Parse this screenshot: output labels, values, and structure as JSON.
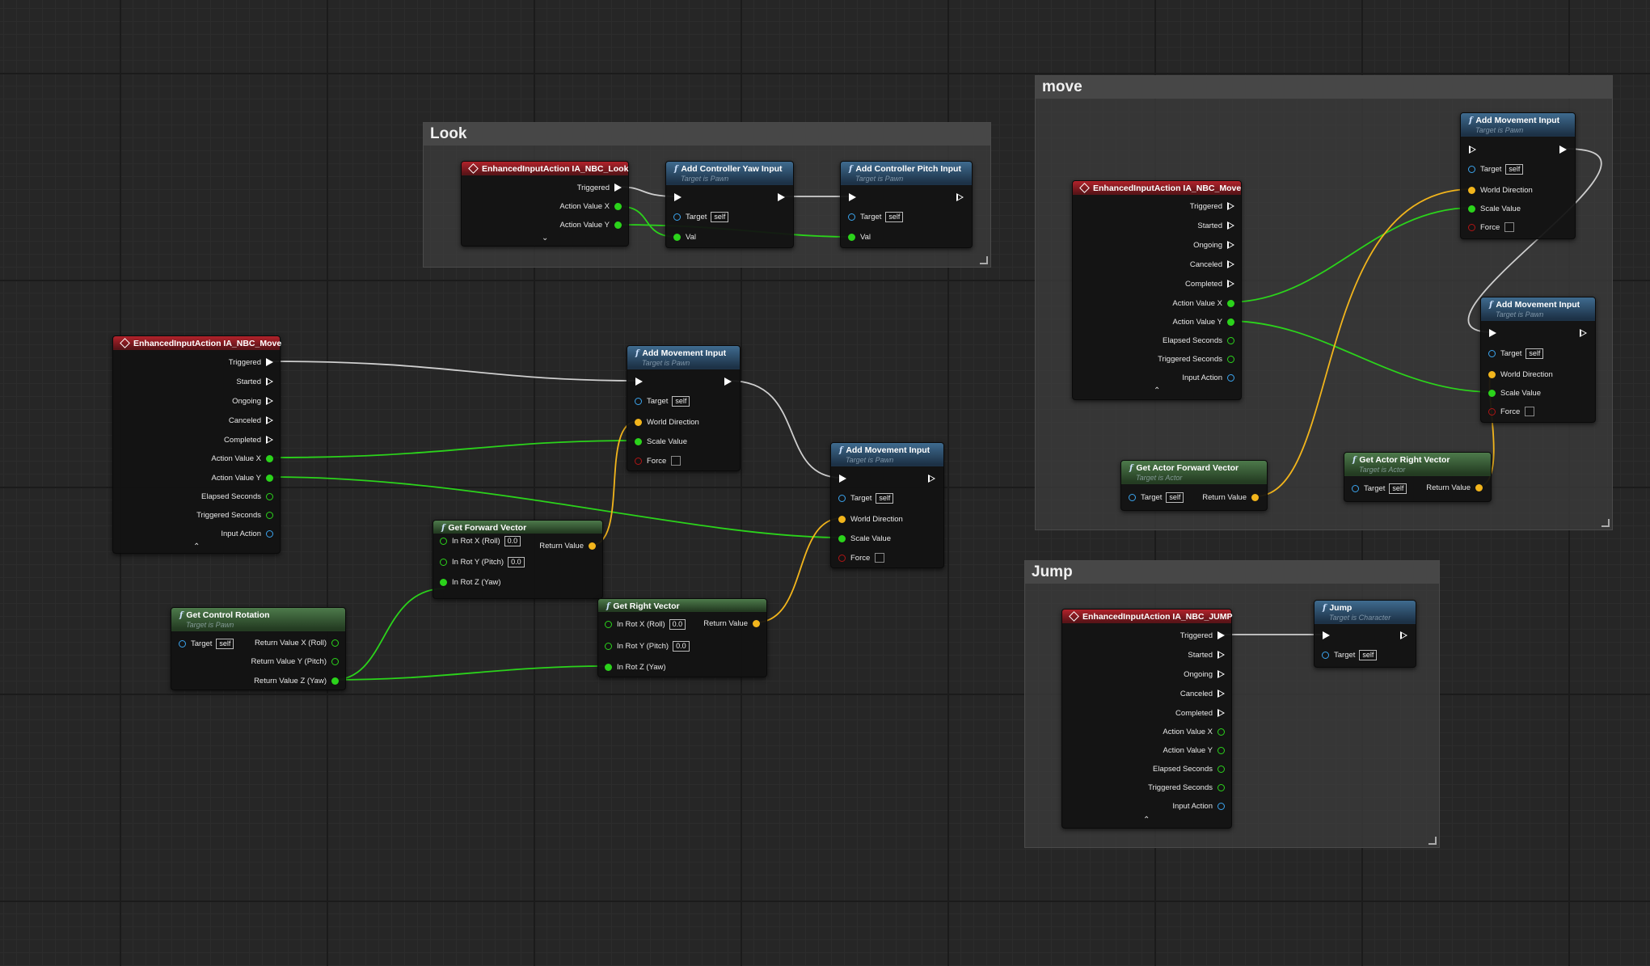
{
  "comments": {
    "look": "Look",
    "move": "move",
    "jump": "Jump"
  },
  "pin_labels": {
    "triggered": "Triggered",
    "started": "Started",
    "ongoing": "Ongoing",
    "canceled": "Canceled",
    "completed": "Completed",
    "action_value_x": "Action Value X",
    "action_value_y": "Action Value Y",
    "elapsed_seconds": "Elapsed Seconds",
    "triggered_seconds": "Triggered Seconds",
    "input_action": "Input Action",
    "target": "Target",
    "val": "Val",
    "world_direction": "World Direction",
    "scale_value": "Scale Value",
    "force": "Force",
    "return_value": "Return Value",
    "in_rot_x": "In Rot X (Roll)",
    "in_rot_y": "In Rot Y (Pitch)",
    "in_rot_z": "In Rot Z (Yaw)",
    "ret_x": "Return Value X (Roll)",
    "ret_y": "Return Value Y (Pitch)",
    "ret_z": "Return Value Z (Yaw)"
  },
  "values": {
    "self": "self",
    "zero": "0.0"
  },
  "nodes": {
    "look_event": "EnhancedInputAction IA_NBC_Look",
    "yaw": {
      "title": "Add Controller Yaw Input",
      "sub": "Target is Pawn"
    },
    "pitch": {
      "title": "Add Controller Pitch Input",
      "sub": "Target is Pawn"
    },
    "move_event_left": "EnhancedInputAction IA_NBC_Move",
    "add_move_1": {
      "title": "Add Movement Input",
      "sub": "Target is Pawn"
    },
    "add_move_2": {
      "title": "Add Movement Input",
      "sub": "Target is Pawn"
    },
    "forward_vec": {
      "title": "Get Forward Vector"
    },
    "right_vec": {
      "title": "Get Right Vector"
    },
    "control_rot": {
      "title": "Get Control Rotation",
      "sub": "Target is Pawn"
    },
    "move_event_right": "EnhancedInputAction IA_NBC_Move",
    "add_move_3": {
      "title": "Add Movement Input",
      "sub": "Target is Pawn"
    },
    "add_move_4": {
      "title": "Add Movement Input",
      "sub": "Target is Pawn"
    },
    "actor_forward": {
      "title": "Get Actor Forward Vector",
      "sub": "Target is Actor"
    },
    "actor_right": {
      "title": "Get Actor Right Vector",
      "sub": "Target is Actor"
    },
    "jump_event": "EnhancedInputAction IA_NBC_JUMP",
    "jump": {
      "title": "Jump",
      "sub": "Target is Character"
    }
  },
  "colors": {
    "exec_wire": "#d0d0d0",
    "float_wire": "#2bd31b",
    "vector_wire": "#f2b51c",
    "event_header": "#b2222b",
    "function_header": "#3f6b8f",
    "pure_header": "#4d7a4b"
  }
}
